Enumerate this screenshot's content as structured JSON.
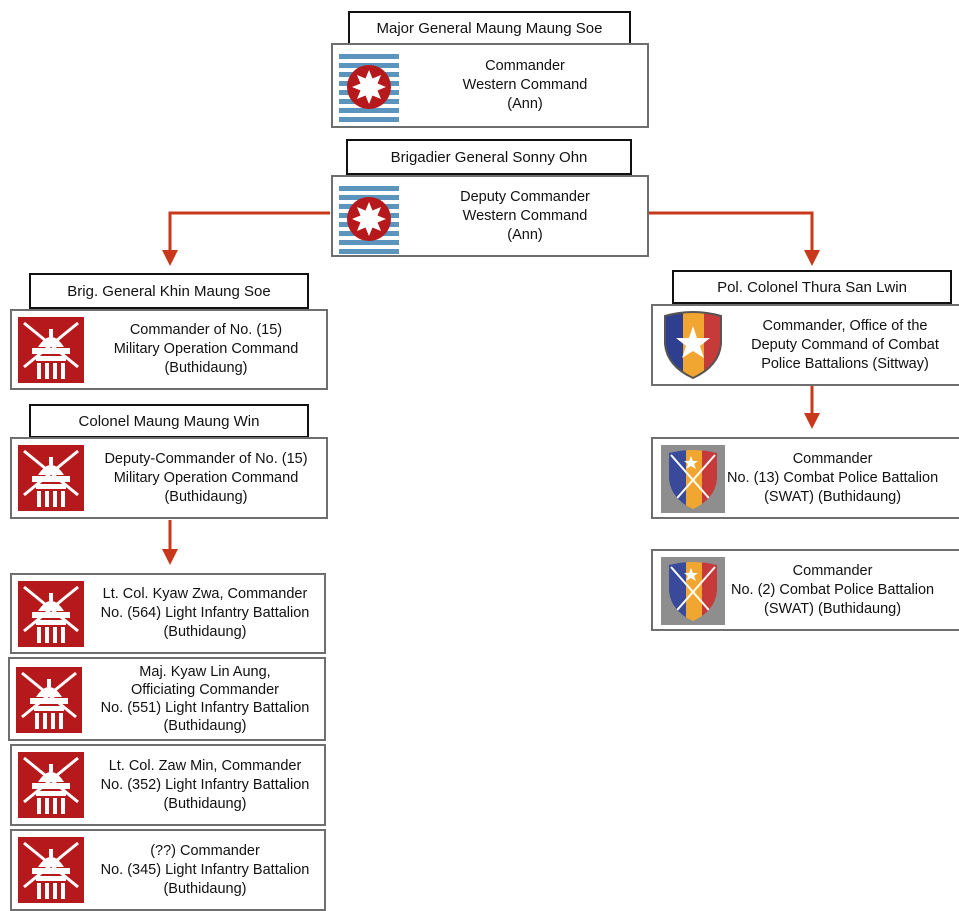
{
  "colors": {
    "arrow": "#c8381b",
    "army_red": "#b5191c",
    "stripe_blue": "#5b95bd"
  },
  "top": {
    "name": "Major General Maung Maung Soe",
    "lines": [
      "Commander",
      "Western Command",
      "(Ann)"
    ],
    "logo": "army-star-emblem-icon"
  },
  "deputy": {
    "name": "Brigadier General Sonny Ohn",
    "lines": [
      "Deputy Commander",
      "Western Command",
      "(Ann)"
    ],
    "logo": "army-star-emblem-icon"
  },
  "moc_commander": {
    "name": "Brig. General Khin Maung Soe",
    "lines": [
      "Commander of No. (15)",
      "Military Operation Command",
      "(Buthidaung)"
    ],
    "logo": "moc-emblem-icon"
  },
  "moc_deputy": {
    "name": "Colonel Maung Maung Win",
    "lines": [
      "Deputy-Commander of No. (15)",
      "Military Operation Command",
      "(Buthidaung)"
    ],
    "logo": "moc-emblem-icon"
  },
  "battalions": [
    {
      "lines": [
        "Lt. Col. Kyaw Zwa, Commander",
        "No. (564) Light Infantry Battalion",
        "(Buthidaung)"
      ]
    },
    {
      "lines": [
        "Maj. Kyaw Lin Aung,",
        "Officiating Commander",
        "No. (551) Light Infantry Battalion",
        "(Buthidaung)"
      ]
    },
    {
      "lines": [
        "Lt. Col. Zaw Min, Commander",
        "No. (352) Light Infantry Battalion",
        "(Buthidaung)"
      ]
    },
    {
      "lines": [
        "(??) Commander",
        "No. (345) Light Infantry Battalion",
        "(Buthidaung)"
      ]
    }
  ],
  "police_commander": {
    "name": "Pol. Colonel Thura San Lwin",
    "lines": [
      "Commander, Office of the",
      "Deputy Command of Combat",
      "Police Battalions (Sittway)"
    ],
    "logo": "police-shield-icon"
  },
  "police_units": [
    {
      "lines": [
        "Commander",
        "No. (13) Combat Police Battalion",
        "(SWAT) (Buthidaung)"
      ],
      "logo": "swat-shield-icon"
    },
    {
      "lines": [
        "Commander",
        "No. (2) Combat Police Battalion",
        "(SWAT) (Buthidaung)"
      ],
      "logo": "swat-shield-icon"
    }
  ]
}
